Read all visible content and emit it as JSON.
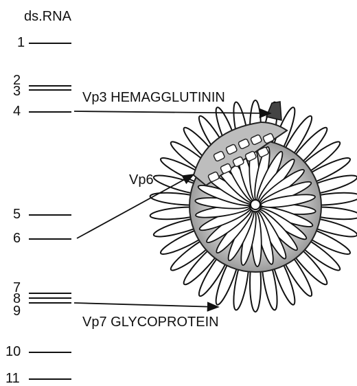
{
  "title": "ds.RNA",
  "segments": [
    "1",
    "2",
    "3",
    "4",
    "5",
    "6",
    "7",
    "8",
    "9",
    "10",
    "11"
  ],
  "proteins": {
    "vp3": "Vp3 HEMAGGLUTININ",
    "vp6": "Vp6",
    "vp7": "Vp7 GLYCOPROTEIN"
  }
}
